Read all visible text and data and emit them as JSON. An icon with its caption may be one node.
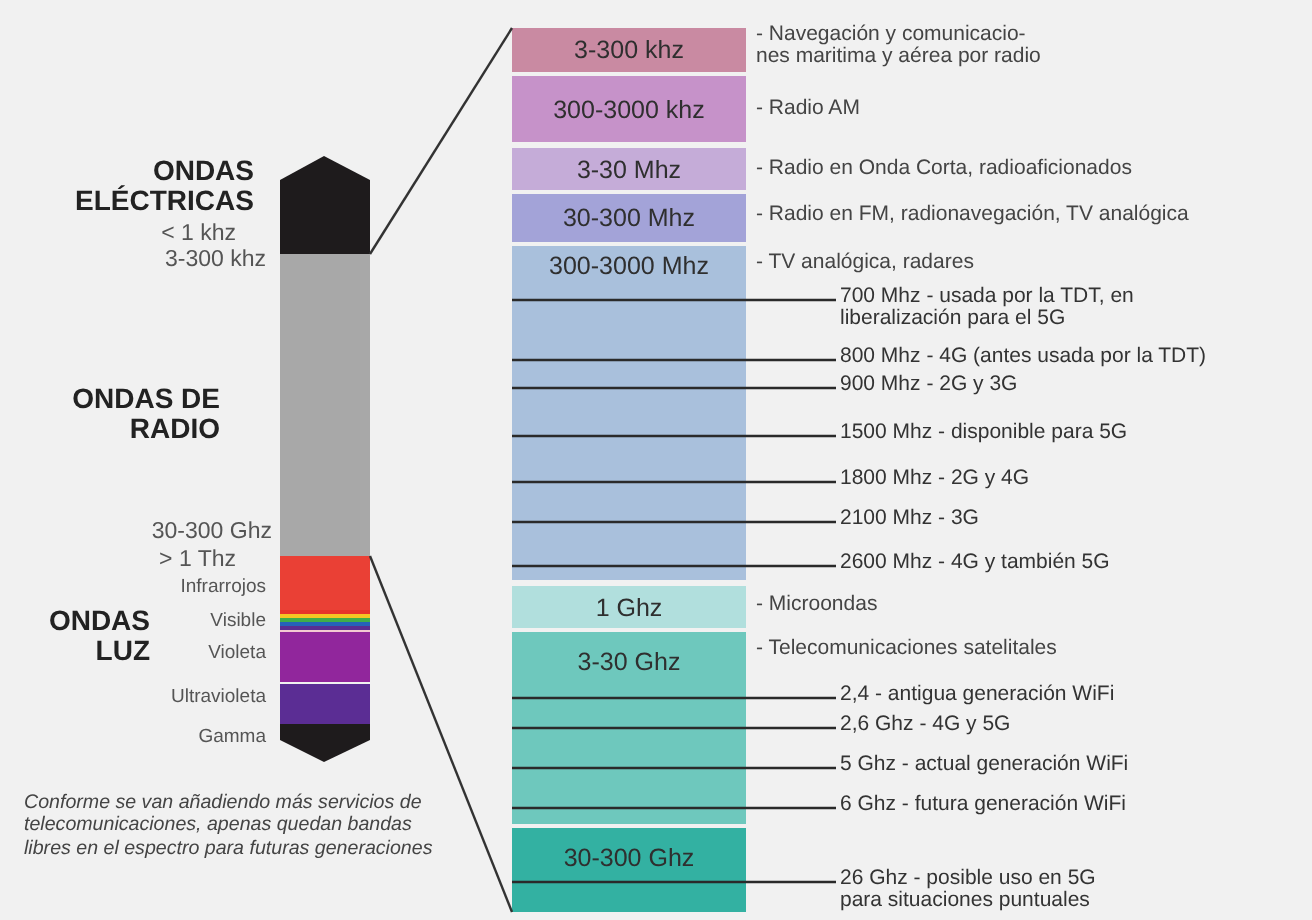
{
  "diagram": {
    "nodes": [
      {
        "text": [
          "3-300 khz"
        ],
        "beside": [
          "- Navegación y comunicacio- nes maritima y aérea por radio"
        ]
      },
      {
        "text": [
          "300-3000 khz"
        ],
        "beside": [
          "- Radio AM"
        ]
      },
      {
        "text": [
          "3-30 Mhz"
        ],
        "beside": [
          "- Radio en Onda Corta, radioaficionados"
        ]
      },
      {
        "text": [
          "30-300 Mhz"
        ],
        "beside": [
          "- Radio en FM, radionavegación, TV analógica"
        ]
      },
      {
        "text": [
          "300-3000 Mhz"
        ],
        "beside": [
          "- TV analógica, radares"
        ]
      },
      {
        "text": [
          "1 Ghz"
        ],
        "beside": [
          "- Microondas"
        ]
      },
      {
        "text": [
          "3-30 Ghz"
        ],
        "beside": [
          "- Telecomunicaciones satelitales"
        ]
      },
      {
        "text": [
          "30-300 Ghz"
        ]
      },
      {
        "text": [
          "700 Mhz - usada por la TDT, en liberalización para el 5G"
        ]
      },
      {
        "text": [
          "800 Mhz - 4G (antes usada por la TDT)"
        ]
      },
      {
        "text": [
          "900 Mhz - 2G y 3G"
        ]
      },
      {
        "text": [
          "1500 Mhz - disponible para 5G"
        ]
      },
      {
        "text": [
          "1800 Mhz - 2G y 4G"
        ]
      },
      {
        "text": [
          "2100 Mhz - 3G"
        ]
      },
      {
        "text": [
          "2600 Mhz - 4G y también 5G"
        ]
      },
      {
        "text": [
          "2,4 - antigua generación WiFi"
        ]
      },
      {
        "text": [
          "2,6 Ghz - 4G y 5G"
        ]
      },
      {
        "text": [
          "5 Ghz - actual generación WiFi"
        ]
      },
      {
        "text": [
          "6 Ghz - futura generación WiFi"
        ]
      },
      {
        "text": [
          "26 Ghz - posible uso en 5G para situaciones puntuales"
        ]
      },
      {
        "text": [],
        "shape": "bar"
      }
    ],
    "edges": [
      {
        "from": 8,
        "to": 4,
        "arrow": "none"
      },
      {
        "from": 9,
        "to": 4,
        "arrow": "none"
      },
      {
        "from": 10,
        "to": 4,
        "arrow": "none"
      },
      {
        "from": 11,
        "to": 4,
        "arrow": "none"
      },
      {
        "from": 12,
        "to": 4,
        "arrow": "none"
      },
      {
        "from": 13,
        "to": 4,
        "arrow": "none"
      },
      {
        "from": 14,
        "to": 4,
        "arrow": "none"
      },
      {
        "from": 15,
        "to": 6,
        "arrow": "none"
      },
      {
        "from": 16,
        "to": 6,
        "arrow": "none"
      },
      {
        "from": 17,
        "to": 6,
        "arrow": "none"
      },
      {
        "from": 18,
        "to": 6,
        "arrow": "none"
      },
      {
        "from": 19,
        "to": 7,
        "arrow": "none"
      },
      {
        "from": 20,
        "to": 0,
        "arrow": "none"
      },
      {
        "from": 20,
        "to": 7,
        "arrow": "none"
      }
    ],
    "labels": [
      "ONDAS ELÉCTRICAS",
      "< 1 khz",
      "3-300 khz",
      "ONDAS DE RADIO",
      "30-300 Ghz",
      "> 1 Thz",
      "Infrarrojos",
      "ONDAS LUZ",
      "Visible",
      "Violeta",
      "Ultravioleta",
      "Gamma",
      "Conforme se van añadiendo más servicios de telecomunicaciones, apenas quedan bandas libres en el espectro para futuras generaciones"
    ]
  }
}
